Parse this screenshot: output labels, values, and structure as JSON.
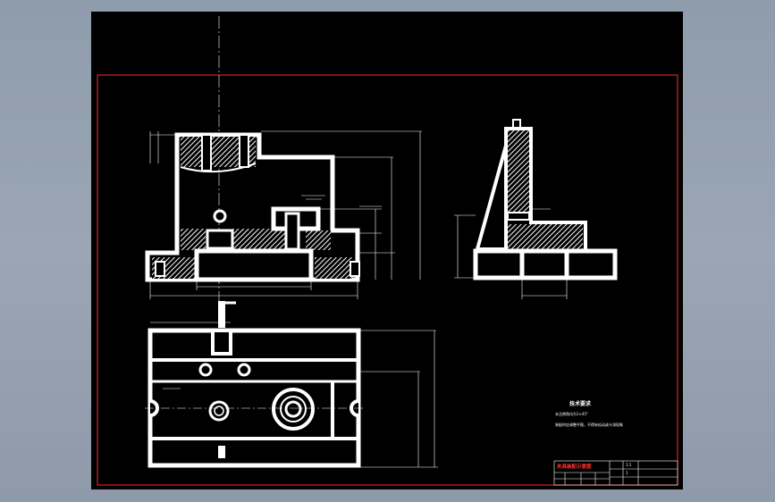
{
  "viewer": {
    "background": "#9aa6b4",
    "canvas_color": "#000000"
  },
  "drawing": {
    "frame_color": "#ff0000",
    "line_color": "#ffffff",
    "hatch_color": "#ffffff"
  },
  "notes": {
    "title": "技术要求",
    "line1": "未注倒角均为1×45°",
    "line2": "装配时应调整平稳，不得有松动或卡滞现象"
  },
  "title_block": {
    "name": "夹具装配示意图",
    "scale_label": "1:1",
    "sheet": "1"
  }
}
